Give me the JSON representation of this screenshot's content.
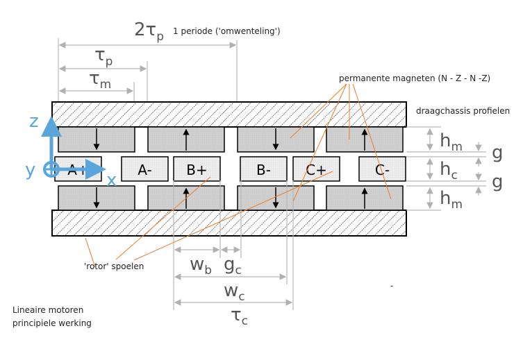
{
  "title": {
    "line1": "Lineaire motoren",
    "line2": "principiele werking"
  },
  "labels": {
    "period": "1 periode ('omwenteling')",
    "magnets": "permanente magneten (N - Z - N -Z)",
    "chassis": "draagchassis profielen",
    "coils": "'rotor' spoelen",
    "dash": "-"
  },
  "dimensions": {
    "two_tau_p": {
      "main": "2τ",
      "sub": "p"
    },
    "tau_p": {
      "main": "τ",
      "sub": "p"
    },
    "tau_m": {
      "main": "τ",
      "sub": "m"
    },
    "h_m_top": {
      "main": "h",
      "sub": "m"
    },
    "h_c": {
      "main": "h",
      "sub": "c"
    },
    "h_m_bottom": {
      "main": "h",
      "sub": "m"
    },
    "g_top": "g",
    "g_bottom": "g",
    "w_b": {
      "main": "w",
      "sub": "b"
    },
    "g_c": {
      "main": "g",
      "sub": "c"
    },
    "w_c": {
      "main": "w",
      "sub": "c"
    },
    "tau_c": {
      "main": "τ",
      "sub": "c"
    }
  },
  "coils": [
    "A+",
    "A-",
    "B+",
    "B-",
    "C+",
    "C-"
  ],
  "magnet_directions": {
    "top": [
      "down",
      "up",
      "down",
      "up"
    ],
    "bottom": [
      "down",
      "up",
      "down",
      "up"
    ]
  },
  "axes": {
    "z": "z",
    "y": "y",
    "x": "x"
  },
  "colors": {
    "axis": "#5aa6dc",
    "leader": "#f07a22",
    "dimension": "#b0b0b0",
    "magnet": "#cfcfcf",
    "coil": "#ececec"
  }
}
